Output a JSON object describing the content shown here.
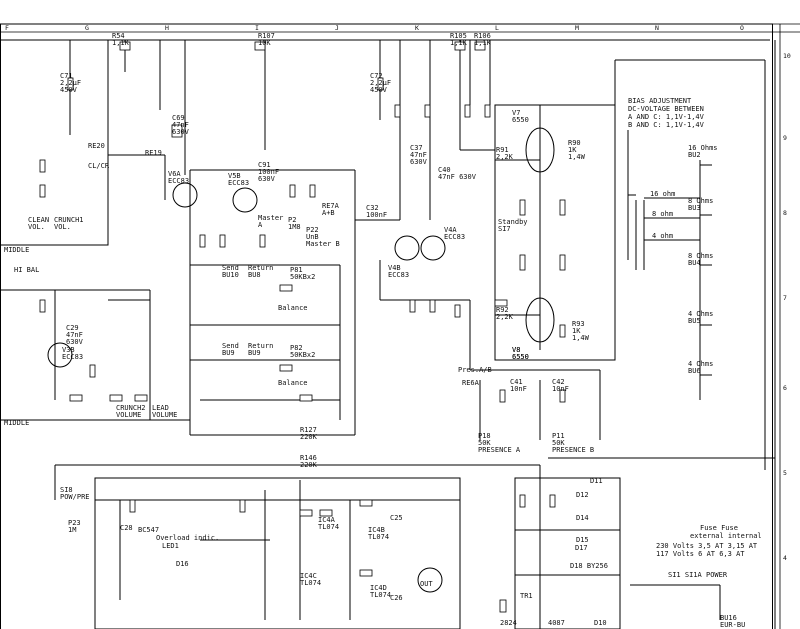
{
  "grid": {
    "columns": [
      "F",
      "G",
      "H",
      "I",
      "J",
      "K",
      "L",
      "M",
      "N",
      "O"
    ],
    "rows": [
      "10",
      "9",
      "8",
      "7",
      "6",
      "5",
      "4"
    ]
  },
  "texts": {
    "r54": "R54\n1,1K",
    "r107": "R107\n10K",
    "r105": "R105\n1,1K",
    "r106": "R106\n1,1K",
    "c71": "C71\n2,2µF\n450V",
    "c72": "C72\n2,2µF\n450V",
    "sig_bias_title": "BIAS ADJUSTMENT",
    "sig_bias_l1": "DC-VOLTAGE BETWEEN",
    "sig_bias_l2": "A  AND C: 1,1V-1,4V",
    "sig_bias_l3": "B  AND C: 1,1V-1,4V",
    "v7": "V7\n6550",
    "v8": "V8\n6550",
    "ohm16": "16 Ohms\nBU2",
    "ohm8a": "8 Ohms\nBU3",
    "ohm8b": "8 Ohms\nBU4",
    "ohm4a": "4 Ohms\nBU5",
    "ohm4b": "4 Ohms\nBU6",
    "tap16": "16 ohm",
    "tap8": "8 ohm",
    "tap4": "4 ohm",
    "re20": "RE20",
    "clcr": "CL/CR",
    "re19": "RE19",
    "c69": "C69\n47nF\n630V",
    "v6a": "V6A\nECC83",
    "v5b": "V5B\nECC83",
    "c91": "C91\n100nF\n630V",
    "c37": "C37\n47nF\n630V",
    "c40": "C40\n47nF 630V",
    "r91": "R91\n2,2K",
    "r90": "R90\n1K\n1,4W",
    "master": "Master\nA",
    "p2": "P2\n1M8",
    "re7": "RE7A\nA+B",
    "p22": "P22\nUnB\nMaster B",
    "c32": "C32\n100nF",
    "v4b": "V4B\nECC83",
    "v4a": "V4A\nECC83",
    "standby": "Standby\nSI7",
    "send1": "Send\nBU10",
    "return1": "Return\nBU8",
    "send2": "Send\nBU9",
    "return2": "Return\nBU9",
    "balance1": "Balance",
    "balance2": "Balance",
    "p81": "P81\n50KBx2",
    "p82": "P82\n50KBx2",
    "r92": "R92\n2,2K",
    "r93": "R93\n1K\n1,4W",
    "v8b": "V8\n6550",
    "presence": "Pres.A/B",
    "re6a": "RE6A",
    "c41": "C41\n10nF",
    "c42": "C42\n10nF",
    "p18": "P18\n50K\nPRESENCE A",
    "p11": "P11\n50K\nPRESENCE B",
    "r127": "R127\n220K",
    "r146": "R146\n220K",
    "hibal": "HI BAL",
    "middle1": "MIDDLE",
    "middle2": "MIDDLE",
    "crunch": "CRUNCH1\nVOL.",
    "clean": "CLEAN\nVOL.",
    "crunch2": "CRUNCH2\nVOLUME",
    "lead": "LEAD\nVOLUME",
    "c29": "C29\n47nF\n630V",
    "v3b": "V3B\nECC83",
    "si8": "SI8\nPOW/PRE",
    "p23": "P23\n1M",
    "bc547": "BC547",
    "overload": "Overload indic.",
    "led1": "LED1",
    "d16": "D16",
    "ic4a": "IC4A\nTL074",
    "ic4b": "IC4B\nTL074",
    "ic4c": "IC4C\nTL074",
    "ic4d": "IC4D\nTL074",
    "c28": "C28",
    "c25": "C25",
    "c26": "C26",
    "out": "OUT",
    "d17": "D17",
    "bu16": "BU16\nEUR-BU",
    "fuse_title": "Fuse     Fuse",
    "fuse_sub": "external internal",
    "fuse_230": "230 Volts  3,5 AT  3,15 AT",
    "fuse_117": "117 Volts   6 AT   6,3 AT",
    "power": "POWER",
    "si1": "SI1 SI1A",
    "d11": "D11",
    "d12": "D12",
    "d14": "D14",
    "d15": "D15",
    "d18": "D18 BY256",
    "tr1": "TR1",
    "bottom1": "2824",
    "bottom2": "4087",
    "bottom3": "D10"
  }
}
